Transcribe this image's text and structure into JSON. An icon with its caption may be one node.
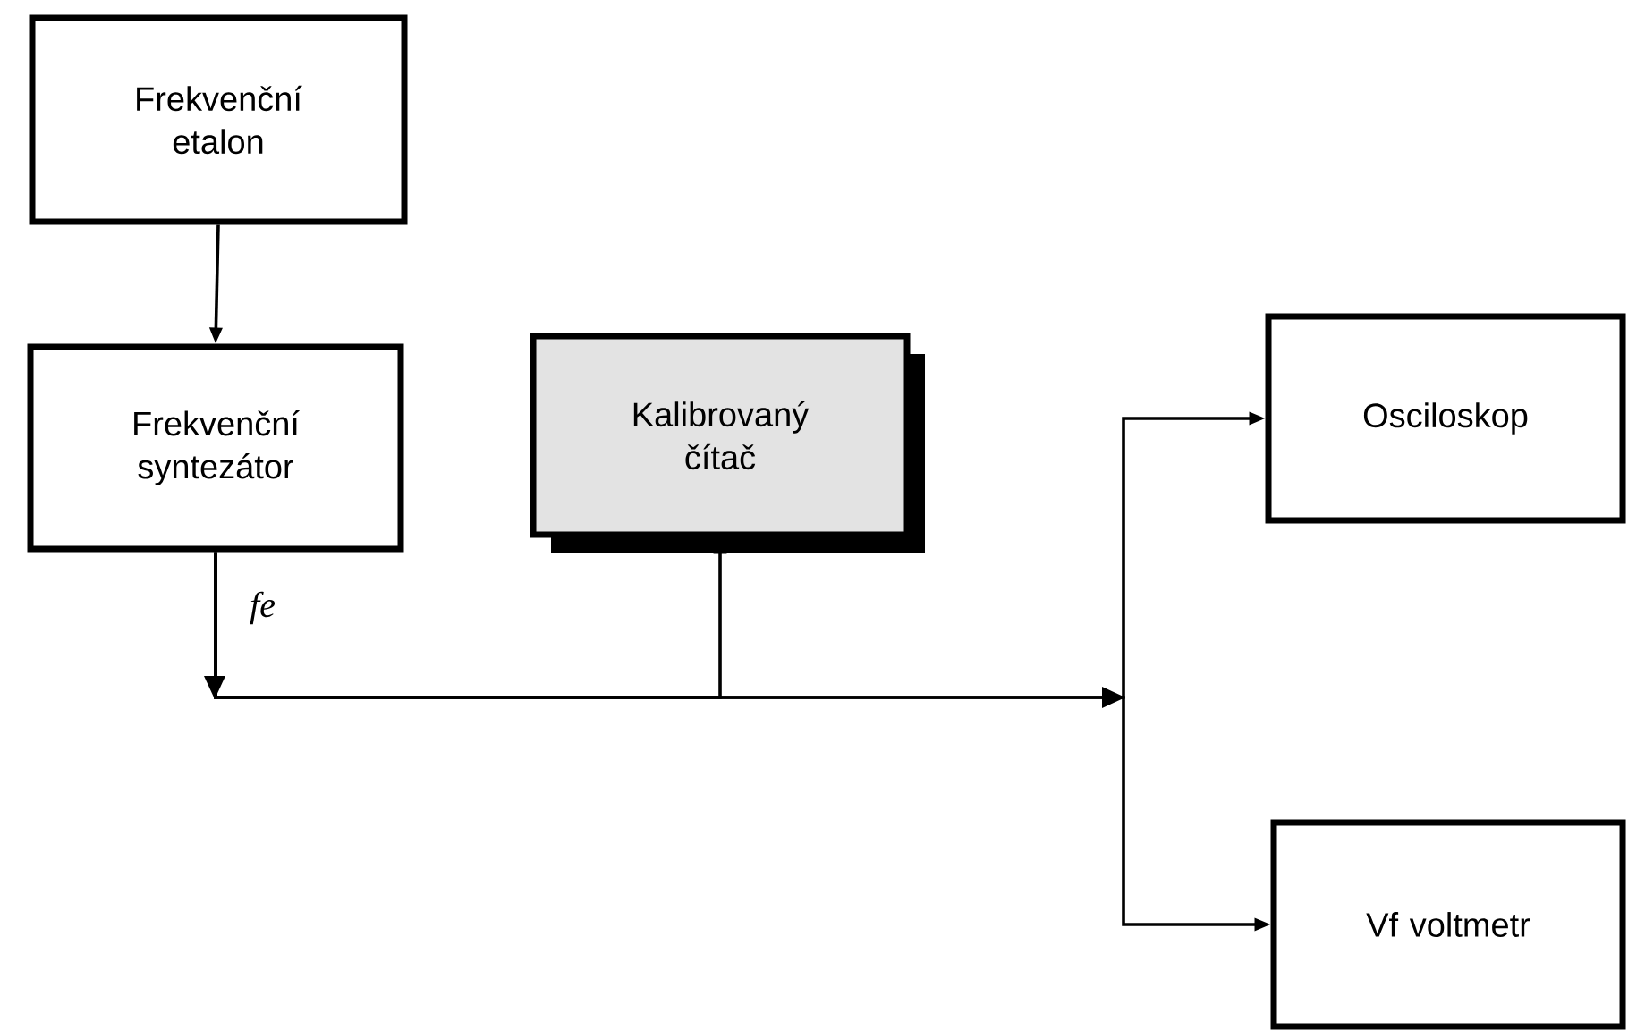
{
  "diagram": {
    "nodes": [
      {
        "text": [
          "Frekvenční etalon"
        ]
      },
      {
        "text": [
          "Frekvenční syntezátor"
        ]
      },
      {
        "text": [
          "Kalibrovaný čítač"
        ]
      },
      {
        "text": [
          "Osciloskop"
        ]
      },
      {
        "text": [
          "Vf voltmetr"
        ]
      }
    ],
    "edges": [
      {
        "from": 0,
        "to": 1,
        "arrow": "to"
      },
      {
        "from": 1,
        "to": 2,
        "arrow": "to"
      },
      {
        "from": 1,
        "to": 3,
        "arrow": "to"
      },
      {
        "from": 1,
        "to": 4,
        "arrow": "to"
      }
    ],
    "labels": [
      "fe"
    ]
  }
}
